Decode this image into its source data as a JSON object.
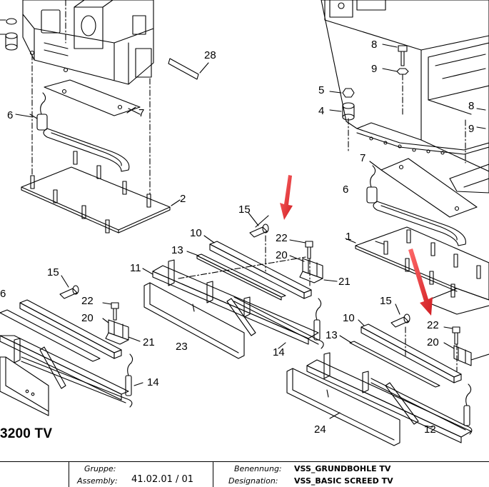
{
  "callouts": {
    "c28": "28",
    "c6a": "6",
    "c7a": "7",
    "c2": "2",
    "c8a": "8",
    "c9a": "9",
    "c5": "5",
    "c4": "4",
    "c8b": "8",
    "c9b": "9",
    "c7b": "7",
    "c6b": "6",
    "c1": "1",
    "c15a": "15",
    "c10a": "10",
    "c13a": "13",
    "c11": "11",
    "c22a": "22",
    "c20a": "20",
    "c21a": "21",
    "c23": "23",
    "c14a": "14",
    "c15b": "15",
    "c6c": "6",
    "c22b": "22",
    "c20b": "20",
    "c21b": "21",
    "c14b": "14",
    "c15c": "15",
    "c10b": "10",
    "c22c": "22",
    "c20c": "20",
    "c13b": "13",
    "c24": "24",
    "c12": "12"
  },
  "model_label": "3200 TV",
  "title_block": {
    "gruppe_label": "Gruppe:",
    "assembly_label": "Assembly:",
    "assembly_value": "41.02.01 / 01",
    "benennung_label": "Benennung:",
    "benennung_value": "VSS_GRUNDBOHLE TV",
    "designation_label": "Designation:",
    "designation_value": "VSS_BASIC SCREED TV"
  },
  "colors": {
    "highlight_arrow": "#e8262a",
    "line": "#000000"
  }
}
